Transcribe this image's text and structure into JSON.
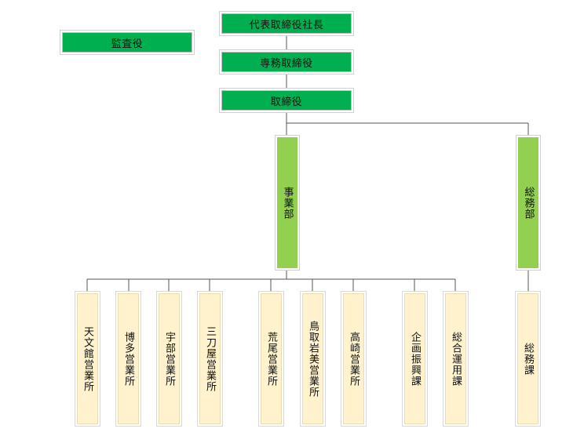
{
  "org": {
    "president": "代表取締役社長",
    "auditor": "監査役",
    "senior_director": "専務取締役",
    "director": "取締役",
    "business_dept": "事業部",
    "general_affairs_dept": "総務部",
    "offices": [
      "天文館営業所",
      "博多営業所",
      "宇部営業所",
      "三刀屋営業所",
      "荒尾営業所",
      "鳥取岩美営業所",
      "高崎営業所",
      "企画振興課",
      "総合運用課"
    ],
    "general_affairs_section": "総務課"
  },
  "colors": {
    "executive": "#00b050",
    "department": "#92d050",
    "unit": "#fff2cc",
    "line": "#555555"
  }
}
